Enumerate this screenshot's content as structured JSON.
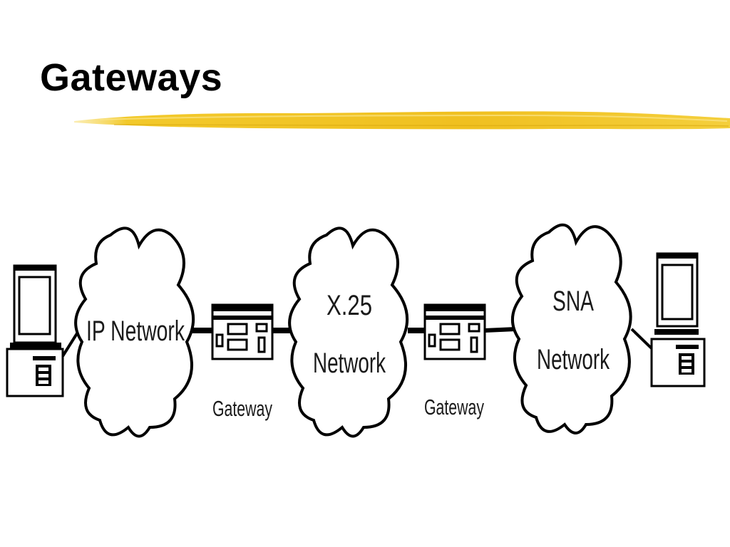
{
  "slide": {
    "title": "Gateways",
    "accent_color": "#f0c020"
  },
  "diagram": {
    "networks": [
      {
        "lines": [
          "IP Network"
        ]
      },
      {
        "lines": [
          "X.25",
          "Network"
        ]
      },
      {
        "lines": [
          "SNA",
          "Network"
        ]
      }
    ],
    "gateways": [
      {
        "label": "Gateway"
      },
      {
        "label": "Gateway"
      }
    ],
    "endpoints": [
      {
        "icon": "desktop-computer-icon"
      },
      {
        "icon": "desktop-computer-icon"
      }
    ]
  }
}
